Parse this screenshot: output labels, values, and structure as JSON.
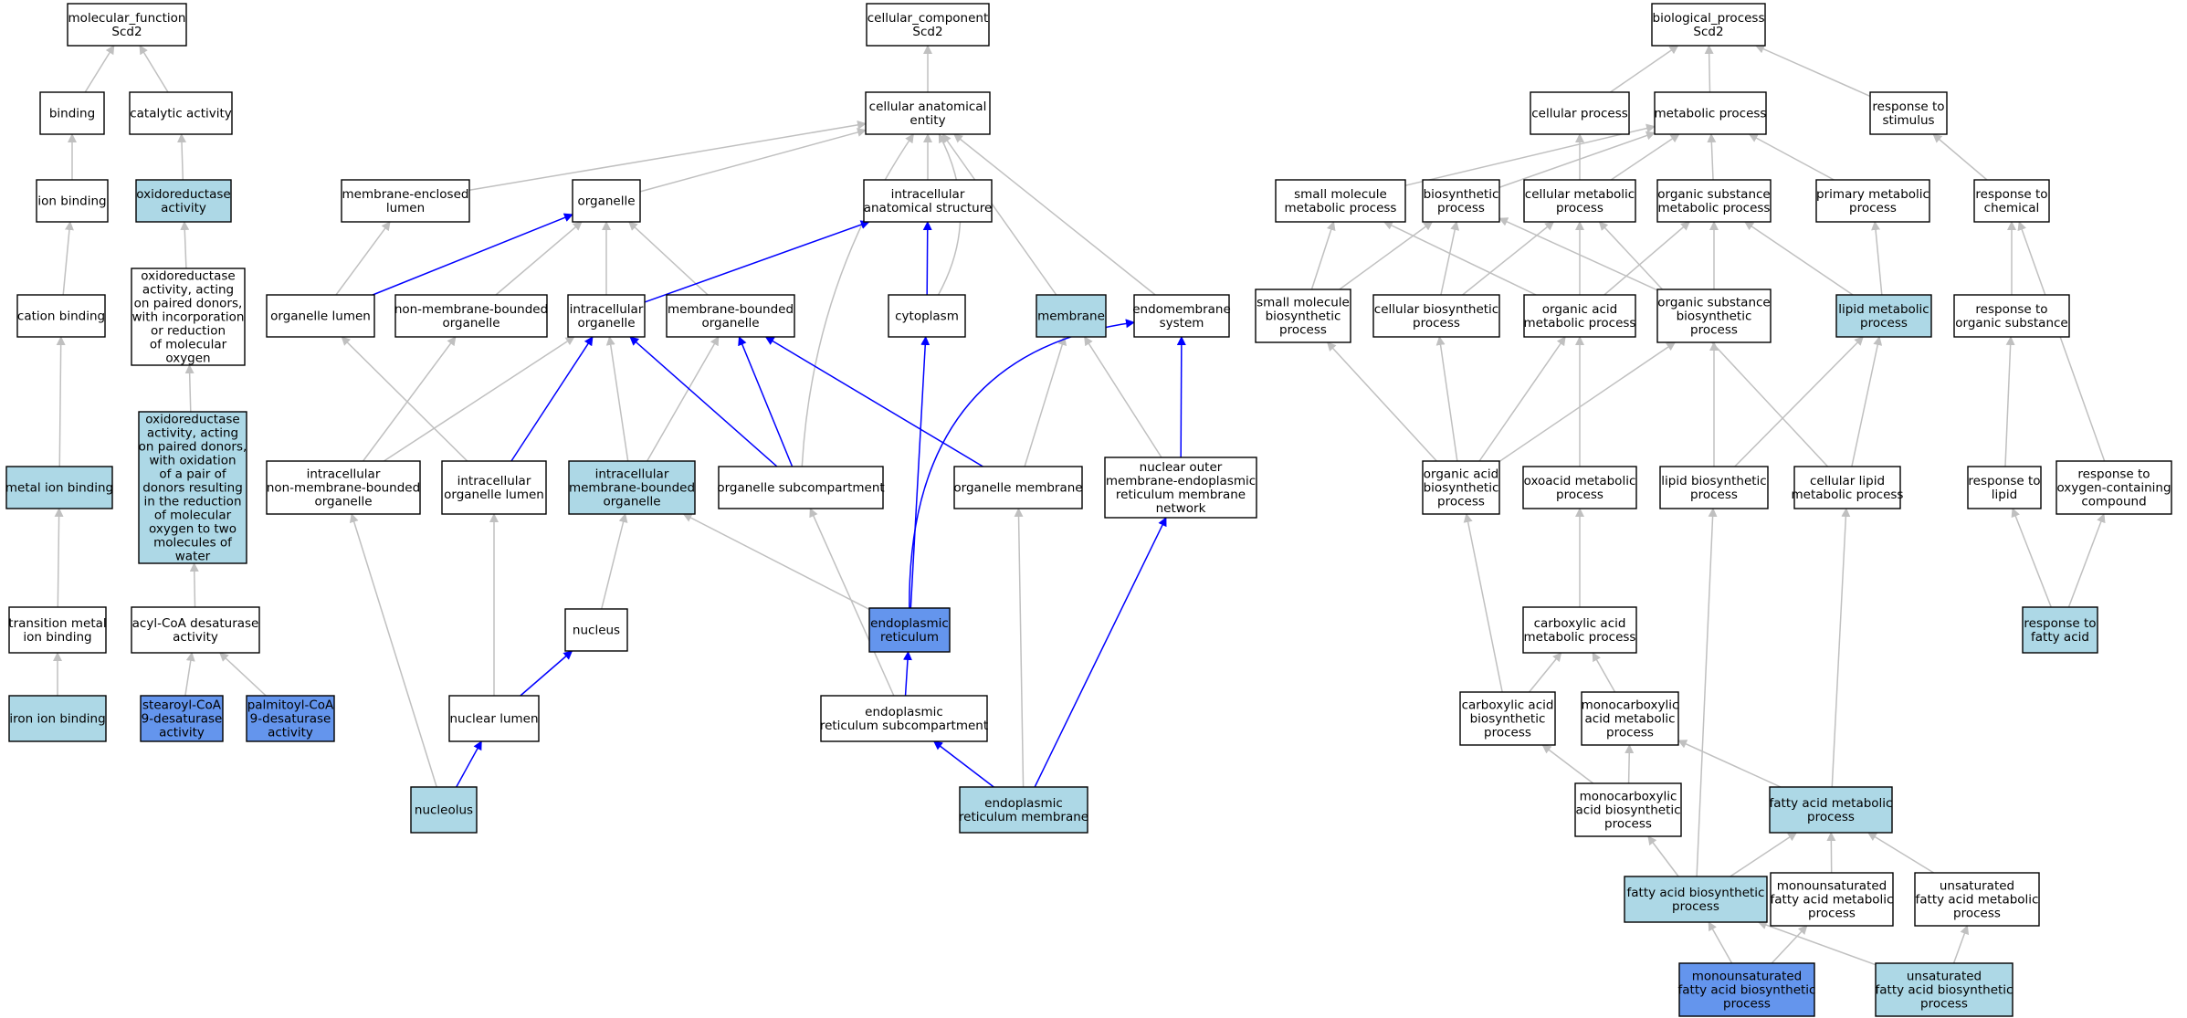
{
  "colors": {
    "default_fill": "#ffffff",
    "highlight_fill": "#add8e6",
    "annotated_fill": "#6495ed",
    "edge_gray": "#c0c0c0",
    "edge_blue": "#0000ff"
  },
  "nodes": [
    {
      "id": "mf_root",
      "lines": [
        "molecular_function",
        "Scd2"
      ],
      "style": "plain"
    },
    {
      "id": "binding",
      "lines": [
        "binding"
      ],
      "style": "plain"
    },
    {
      "id": "catalytic",
      "lines": [
        "catalytic activity"
      ],
      "style": "plain"
    },
    {
      "id": "ion_binding",
      "lines": [
        "ion binding"
      ],
      "style": "plain"
    },
    {
      "id": "oxidoreductase",
      "lines": [
        "oxidoreductase",
        "activity"
      ],
      "style": "highlight"
    },
    {
      "id": "cation_binding",
      "lines": [
        "cation binding"
      ],
      "style": "plain"
    },
    {
      "id": "oxido_paired",
      "lines": [
        "oxidoreductase",
        "activity, acting",
        "on paired donors,",
        "with incorporation",
        "or reduction",
        "of molecular",
        "oxygen"
      ],
      "style": "plain"
    },
    {
      "id": "metal_ion",
      "lines": [
        "metal ion binding"
      ],
      "style": "highlight"
    },
    {
      "id": "oxido_water",
      "lines": [
        "oxidoreductase",
        "activity, acting",
        "on paired donors,",
        "with oxidation",
        "of a pair of",
        "donors resulting",
        "in the reduction",
        "of molecular",
        "oxygen to two",
        "molecules of",
        "water"
      ],
      "style": "highlight"
    },
    {
      "id": "transition_metal",
      "lines": [
        "transition metal",
        "ion binding"
      ],
      "style": "plain"
    },
    {
      "id": "acyl_coa",
      "lines": [
        "acyl-CoA desaturase",
        "activity"
      ],
      "style": "plain"
    },
    {
      "id": "iron_ion",
      "lines": [
        "iron ion binding"
      ],
      "style": "highlight"
    },
    {
      "id": "stearoyl",
      "lines": [
        "stearoyl-CoA",
        "9-desaturase",
        "activity"
      ],
      "style": "annotated"
    },
    {
      "id": "palmitoyl",
      "lines": [
        "palmitoyl-CoA",
        "9-desaturase",
        "activity"
      ],
      "style": "annotated"
    },
    {
      "id": "cc_root",
      "lines": [
        "cellular_component",
        "Scd2"
      ],
      "style": "plain"
    },
    {
      "id": "cae",
      "lines": [
        "cellular anatomical",
        "entity"
      ],
      "style": "plain"
    },
    {
      "id": "membrane_enclosed",
      "lines": [
        "membrane-enclosed",
        "lumen"
      ],
      "style": "plain"
    },
    {
      "id": "organelle",
      "lines": [
        "organelle"
      ],
      "style": "plain"
    },
    {
      "id": "ias",
      "lines": [
        "intracellular",
        "anatomical structure"
      ],
      "style": "plain"
    },
    {
      "id": "organelle_lumen",
      "lines": [
        "organelle lumen"
      ],
      "style": "plain"
    },
    {
      "id": "nmbo",
      "lines": [
        "non-membrane-bounded",
        "organelle"
      ],
      "style": "plain"
    },
    {
      "id": "intra_org",
      "lines": [
        "intracellular",
        "organelle"
      ],
      "style": "plain"
    },
    {
      "id": "mbo",
      "lines": [
        "membrane-bounded",
        "organelle"
      ],
      "style": "plain"
    },
    {
      "id": "cytoplasm",
      "lines": [
        "cytoplasm"
      ],
      "style": "plain"
    },
    {
      "id": "membrane",
      "lines": [
        "membrane"
      ],
      "style": "highlight"
    },
    {
      "id": "endomembrane",
      "lines": [
        "endomembrane",
        "system"
      ],
      "style": "plain"
    },
    {
      "id": "inmbo",
      "lines": [
        "intracellular",
        "non-membrane-bounded",
        "organelle"
      ],
      "style": "plain"
    },
    {
      "id": "iol",
      "lines": [
        "intracellular",
        "organelle lumen"
      ],
      "style": "plain"
    },
    {
      "id": "imbo",
      "lines": [
        "intracellular",
        "membrane-bounded",
        "organelle"
      ],
      "style": "highlight"
    },
    {
      "id": "org_subcomp",
      "lines": [
        "organelle subcompartment"
      ],
      "style": "plain"
    },
    {
      "id": "org_membrane",
      "lines": [
        "organelle membrane"
      ],
      "style": "plain"
    },
    {
      "id": "nuclear_outer",
      "lines": [
        "nuclear outer",
        "membrane-endoplasmic",
        "reticulum membrane",
        "network"
      ],
      "style": "plain"
    },
    {
      "id": "nucleus",
      "lines": [
        "nucleus"
      ],
      "style": "plain"
    },
    {
      "id": "er",
      "lines": [
        "endoplasmic",
        "reticulum"
      ],
      "style": "annotated"
    },
    {
      "id": "nuclear_lumen",
      "lines": [
        "nuclear lumen"
      ],
      "style": "plain"
    },
    {
      "id": "er_subcomp",
      "lines": [
        "endoplasmic",
        "reticulum subcompartment"
      ],
      "style": "plain"
    },
    {
      "id": "nucleolus",
      "lines": [
        "nucleolus"
      ],
      "style": "highlight"
    },
    {
      "id": "er_membrane",
      "lines": [
        "endoplasmic",
        "reticulum membrane"
      ],
      "style": "highlight"
    },
    {
      "id": "bp_root",
      "lines": [
        "biological_process",
        "Scd2"
      ],
      "style": "plain"
    },
    {
      "id": "cellular_process",
      "lines": [
        "cellular process"
      ],
      "style": "plain"
    },
    {
      "id": "metabolic_process",
      "lines": [
        "metabolic process"
      ],
      "style": "plain"
    },
    {
      "id": "response_stimulus",
      "lines": [
        "response to",
        "stimulus"
      ],
      "style": "plain"
    },
    {
      "id": "small_mol_met",
      "lines": [
        "small molecule",
        "metabolic process"
      ],
      "style": "plain"
    },
    {
      "id": "biosynthetic",
      "lines": [
        "biosynthetic",
        "process"
      ],
      "style": "plain"
    },
    {
      "id": "cellular_met",
      "lines": [
        "cellular metabolic",
        "process"
      ],
      "style": "plain"
    },
    {
      "id": "org_sub_met",
      "lines": [
        "organic substance",
        "metabolic process"
      ],
      "style": "plain"
    },
    {
      "id": "primary_met",
      "lines": [
        "primary metabolic",
        "process"
      ],
      "style": "plain"
    },
    {
      "id": "response_chem",
      "lines": [
        "response to",
        "chemical"
      ],
      "style": "plain"
    },
    {
      "id": "small_mol_bio",
      "lines": [
        "small molecule",
        "biosynthetic",
        "process"
      ],
      "style": "plain"
    },
    {
      "id": "cell_bio",
      "lines": [
        "cellular biosynthetic",
        "process"
      ],
      "style": "plain"
    },
    {
      "id": "org_acid_met",
      "lines": [
        "organic acid",
        "metabolic process"
      ],
      "style": "plain"
    },
    {
      "id": "org_sub_bio",
      "lines": [
        "organic substance",
        "biosynthetic",
        "process"
      ],
      "style": "plain"
    },
    {
      "id": "lipid_met",
      "lines": [
        "lipid metabolic",
        "process"
      ],
      "style": "highlight"
    },
    {
      "id": "resp_org_sub",
      "lines": [
        "response to",
        "organic substance"
      ],
      "style": "plain"
    },
    {
      "id": "org_acid_bio",
      "lines": [
        "organic acid",
        "biosynthetic",
        "process"
      ],
      "style": "plain"
    },
    {
      "id": "oxoacid",
      "lines": [
        "oxoacid metabolic",
        "process"
      ],
      "style": "plain"
    },
    {
      "id": "lipid_bio",
      "lines": [
        "lipid biosynthetic",
        "process"
      ],
      "style": "plain"
    },
    {
      "id": "cell_lipid",
      "lines": [
        "cellular lipid",
        "metabolic process"
      ],
      "style": "plain"
    },
    {
      "id": "resp_lipid",
      "lines": [
        "response to",
        "lipid"
      ],
      "style": "plain"
    },
    {
      "id": "resp_oxy",
      "lines": [
        "response to",
        "oxygen-containing",
        "compound"
      ],
      "style": "plain"
    },
    {
      "id": "carbox_met",
      "lines": [
        "carboxylic acid",
        "metabolic process"
      ],
      "style": "plain"
    },
    {
      "id": "resp_fatty",
      "lines": [
        "response to",
        "fatty acid"
      ],
      "style": "highlight"
    },
    {
      "id": "carbox_bio",
      "lines": [
        "carboxylic acid",
        "biosynthetic",
        "process"
      ],
      "style": "plain"
    },
    {
      "id": "monocarb_met",
      "lines": [
        "monocarboxylic",
        "acid metabolic",
        "process"
      ],
      "style": "plain"
    },
    {
      "id": "monocarb_bio",
      "lines": [
        "monocarboxylic",
        "acid biosynthetic",
        "process"
      ],
      "style": "plain"
    },
    {
      "id": "fatty_met",
      "lines": [
        "fatty acid metabolic",
        "process"
      ],
      "style": "highlight"
    },
    {
      "id": "fatty_bio",
      "lines": [
        "fatty acid biosynthetic",
        "process"
      ],
      "style": "highlight"
    },
    {
      "id": "mono_fatty_met",
      "lines": [
        "monounsaturated",
        "fatty acid metabolic",
        "process"
      ],
      "style": "plain"
    },
    {
      "id": "unsat_fatty_met",
      "lines": [
        "unsaturated",
        "fatty acid metabolic",
        "process"
      ],
      "style": "plain"
    },
    {
      "id": "mono_fatty_bio",
      "lines": [
        "monounsaturated",
        "fatty acid biosynthetic",
        "process"
      ],
      "style": "annotated"
    },
    {
      "id": "unsat_fatty_bio",
      "lines": [
        "unsaturated",
        "fatty acid biosynthetic",
        "process"
      ],
      "style": "highlight"
    }
  ],
  "edges": [
    {
      "from": "binding",
      "to": "mf_root",
      "color": "gray"
    },
    {
      "from": "catalytic",
      "to": "mf_root",
      "color": "gray"
    },
    {
      "from": "ion_binding",
      "to": "binding",
      "color": "gray"
    },
    {
      "from": "oxidoreductase",
      "to": "catalytic",
      "color": "gray"
    },
    {
      "from": "cation_binding",
      "to": "ion_binding",
      "color": "gray"
    },
    {
      "from": "oxido_paired",
      "to": "oxidoreductase",
      "color": "gray"
    },
    {
      "from": "metal_ion",
      "to": "cation_binding",
      "color": "gray"
    },
    {
      "from": "oxido_water",
      "to": "oxido_paired",
      "color": "gray"
    },
    {
      "from": "transition_metal",
      "to": "metal_ion",
      "color": "gray"
    },
    {
      "from": "acyl_coa",
      "to": "oxido_water",
      "color": "gray"
    },
    {
      "from": "iron_ion",
      "to": "transition_metal",
      "color": "gray"
    },
    {
      "from": "stearoyl",
      "to": "acyl_coa",
      "color": "gray"
    },
    {
      "from": "palmitoyl",
      "to": "acyl_coa",
      "color": "gray"
    },
    {
      "from": "cae",
      "to": "cc_root",
      "color": "gray"
    },
    {
      "from": "membrane_enclosed",
      "to": "cae",
      "color": "gray"
    },
    {
      "from": "organelle",
      "to": "cae",
      "color": "gray"
    },
    {
      "from": "ias",
      "to": "cae",
      "color": "gray"
    },
    {
      "from": "membrane",
      "to": "cae",
      "color": "gray"
    },
    {
      "from": "endomembrane",
      "to": "cae",
      "color": "gray"
    },
    {
      "from": "cytoplasm",
      "to": "cae",
      "color": "gray",
      "bend": 60
    },
    {
      "from": "org_subcomp",
      "to": "cae",
      "color": "gray",
      "bend": -60
    },
    {
      "from": "organelle_lumen",
      "to": "membrane_enclosed",
      "color": "gray"
    },
    {
      "from": "organelle_lumen",
      "to": "organelle",
      "color": "blue"
    },
    {
      "from": "nmbo",
      "to": "organelle",
      "color": "gray"
    },
    {
      "from": "intra_org",
      "to": "organelle",
      "color": "gray"
    },
    {
      "from": "mbo",
      "to": "organelle",
      "color": "gray"
    },
    {
      "from": "intra_org",
      "to": "ias",
      "color": "blue"
    },
    {
      "from": "cytoplasm",
      "to": "ias",
      "color": "blue"
    },
    {
      "from": "inmbo",
      "to": "nmbo",
      "color": "gray"
    },
    {
      "from": "inmbo",
      "to": "intra_org",
      "color": "gray"
    },
    {
      "from": "iol",
      "to": "organelle_lumen",
      "color": "gray"
    },
    {
      "from": "iol",
      "to": "intra_org",
      "color": "blue"
    },
    {
      "from": "imbo",
      "to": "intra_org",
      "color": "gray"
    },
    {
      "from": "imbo",
      "to": "mbo",
      "color": "gray"
    },
    {
      "from": "org_subcomp",
      "to": "intra_org",
      "color": "blue"
    },
    {
      "from": "org_subcomp",
      "to": "mbo",
      "color": "blue"
    },
    {
      "from": "org_membrane",
      "to": "mbo",
      "color": "blue"
    },
    {
      "from": "org_membrane",
      "to": "membrane",
      "color": "gray"
    },
    {
      "from": "nuclear_outer",
      "to": "membrane",
      "color": "gray"
    },
    {
      "from": "nuclear_outer",
      "to": "endomembrane",
      "color": "blue"
    },
    {
      "from": "nucleus",
      "to": "imbo",
      "color": "gray"
    },
    {
      "from": "er",
      "to": "imbo",
      "color": "gray"
    },
    {
      "from": "er",
      "to": "cytoplasm",
      "color": "blue"
    },
    {
      "from": "er",
      "to": "endomembrane",
      "color": "blue",
      "bend": -200
    },
    {
      "from": "nuclear_lumen",
      "to": "iol",
      "color": "gray"
    },
    {
      "from": "nuclear_lumen",
      "to": "nucleus",
      "color": "blue"
    },
    {
      "from": "er_subcomp",
      "to": "org_subcomp",
      "color": "gray"
    },
    {
      "from": "er_subcomp",
      "to": "er",
      "color": "blue"
    },
    {
      "from": "nucleolus",
      "to": "inmbo",
      "color": "gray"
    },
    {
      "from": "nucleolus",
      "to": "nuclear_lumen",
      "color": "blue"
    },
    {
      "from": "er_membrane",
      "to": "er_subcomp",
      "color": "blue"
    },
    {
      "from": "er_membrane",
      "to": "org_membrane",
      "color": "gray"
    },
    {
      "from": "er_membrane",
      "to": "nuclear_outer",
      "color": "blue"
    },
    {
      "from": "cellular_process",
      "to": "bp_root",
      "color": "gray"
    },
    {
      "from": "metabolic_process",
      "to": "bp_root",
      "color": "gray"
    },
    {
      "from": "response_stimulus",
      "to": "bp_root",
      "color": "gray"
    },
    {
      "from": "small_mol_met",
      "to": "metabolic_process",
      "color": "gray"
    },
    {
      "from": "biosynthetic",
      "to": "metabolic_process",
      "color": "gray"
    },
    {
      "from": "cellular_met",
      "to": "metabolic_process",
      "color": "gray"
    },
    {
      "from": "cellular_met",
      "to": "cellular_process",
      "color": "gray"
    },
    {
      "from": "org_sub_met",
      "to": "metabolic_process",
      "color": "gray"
    },
    {
      "from": "primary_met",
      "to": "metabolic_process",
      "color": "gray"
    },
    {
      "from": "response_chem",
      "to": "response_stimulus",
      "color": "gray"
    },
    {
      "from": "small_mol_bio",
      "to": "small_mol_met",
      "color": "gray"
    },
    {
      "from": "small_mol_bio",
      "to": "biosynthetic",
      "color": "gray"
    },
    {
      "from": "cell_bio",
      "to": "biosynthetic",
      "color": "gray"
    },
    {
      "from": "cell_bio",
      "to": "cellular_met",
      "color": "gray"
    },
    {
      "from": "org_acid_met",
      "to": "small_mol_met",
      "color": "gray"
    },
    {
      "from": "org_acid_met",
      "to": "cellular_met",
      "color": "gray"
    },
    {
      "from": "org_acid_met",
      "to": "org_sub_met",
      "color": "gray"
    },
    {
      "from": "org_sub_bio",
      "to": "biosynthetic",
      "color": "gray"
    },
    {
      "from": "org_sub_bio",
      "to": "org_sub_met",
      "color": "gray"
    },
    {
      "from": "lipid_met",
      "to": "org_sub_met",
      "color": "gray"
    },
    {
      "from": "lipid_met",
      "to": "primary_met",
      "color": "gray"
    },
    {
      "from": "resp_org_sub",
      "to": "response_chem",
      "color": "gray"
    },
    {
      "from": "org_acid_bio",
      "to": "small_mol_bio",
      "color": "gray"
    },
    {
      "from": "org_acid_bio",
      "to": "cell_bio",
      "color": "gray"
    },
    {
      "from": "org_acid_bio",
      "to": "org_acid_met",
      "color": "gray"
    },
    {
      "from": "org_acid_bio",
      "to": "org_sub_bio",
      "color": "gray"
    },
    {
      "from": "oxoacid",
      "to": "org_acid_met",
      "color": "gray"
    },
    {
      "from": "lipid_bio",
      "to": "org_sub_bio",
      "color": "gray"
    },
    {
      "from": "lipid_bio",
      "to": "lipid_met",
      "color": "gray"
    },
    {
      "from": "cell_lipid",
      "to": "lipid_met",
      "color": "gray"
    },
    {
      "from": "cell_lipid",
      "to": "cellular_met",
      "color": "gray"
    },
    {
      "from": "resp_lipid",
      "to": "resp_org_sub",
      "color": "gray"
    },
    {
      "from": "resp_oxy",
      "to": "response_chem",
      "color": "gray"
    },
    {
      "from": "carbox_met",
      "to": "oxoacid",
      "color": "gray"
    },
    {
      "from": "resp_fatty",
      "to": "resp_lipid",
      "color": "gray"
    },
    {
      "from": "resp_fatty",
      "to": "resp_oxy",
      "color": "gray"
    },
    {
      "from": "carbox_bio",
      "to": "org_acid_bio",
      "color": "gray"
    },
    {
      "from": "carbox_bio",
      "to": "carbox_met",
      "color": "gray"
    },
    {
      "from": "monocarb_met",
      "to": "carbox_met",
      "color": "gray"
    },
    {
      "from": "monocarb_bio",
      "to": "carbox_bio",
      "color": "gray"
    },
    {
      "from": "monocarb_bio",
      "to": "monocarb_met",
      "color": "gray"
    },
    {
      "from": "fatty_met",
      "to": "monocarb_met",
      "color": "gray"
    },
    {
      "from": "fatty_met",
      "to": "cell_lipid",
      "color": "gray"
    },
    {
      "from": "fatty_bio",
      "to": "monocarb_bio",
      "color": "gray"
    },
    {
      "from": "fatty_bio",
      "to": "fatty_met",
      "color": "gray"
    },
    {
      "from": "fatty_bio",
      "to": "lipid_bio",
      "color": "gray"
    },
    {
      "from": "mono_fatty_met",
      "to": "fatty_met",
      "color": "gray"
    },
    {
      "from": "unsat_fatty_met",
      "to": "fatty_met",
      "color": "gray"
    },
    {
      "from": "mono_fatty_bio",
      "to": "fatty_bio",
      "color": "gray"
    },
    {
      "from": "mono_fatty_bio",
      "to": "mono_fatty_met",
      "color": "gray"
    },
    {
      "from": "unsat_fatty_bio",
      "to": "fatty_bio",
      "color": "gray"
    },
    {
      "from": "unsat_fatty_bio",
      "to": "unsat_fatty_met",
      "color": "gray"
    }
  ]
}
